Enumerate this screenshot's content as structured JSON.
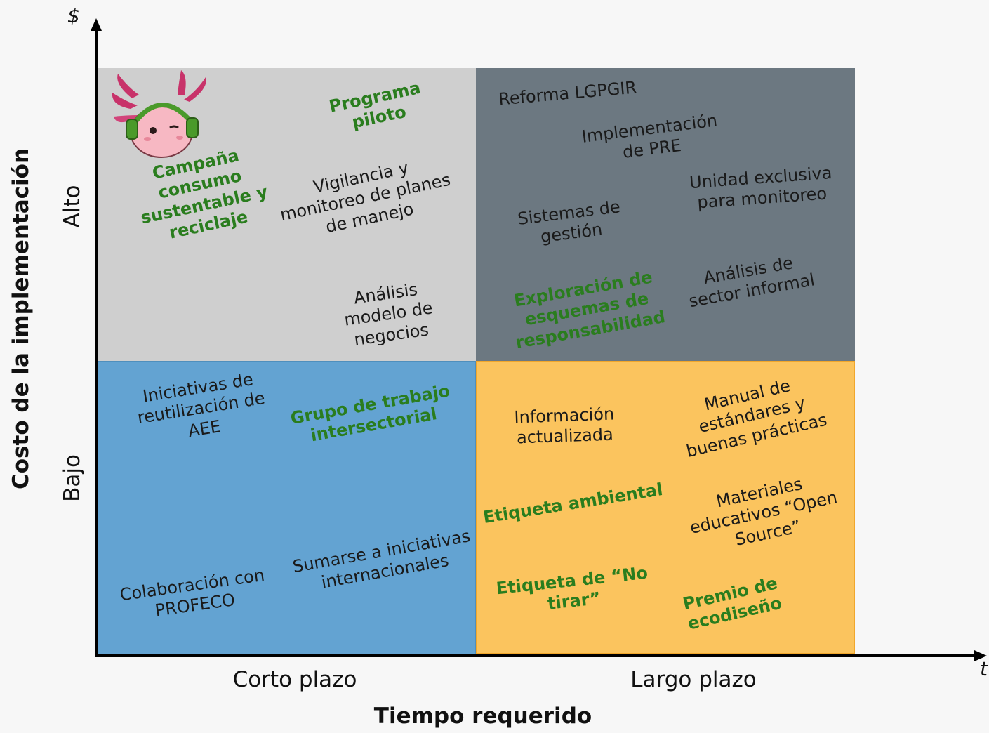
{
  "axes": {
    "y_symbol": "$",
    "x_symbol": "t",
    "y_title": "Costo de la implementación",
    "x_title": "Tiempo requerido",
    "y_ticks": [
      "Alto",
      "Bajo"
    ],
    "x_ticks": [
      "Corto plazo",
      "Largo plazo"
    ]
  },
  "colors": {
    "top_left": "#cfcfcf",
    "top_right": "#6c7881",
    "bottom_left": "#63a3d2",
    "bottom_right": "#fbc45e",
    "highlight_text": "#2a7d1e"
  },
  "quadrants": {
    "top_left": [
      {
        "text": [
          "Campaña",
          "consumo",
          "sustentable y",
          "reciclaje"
        ],
        "highlight": true
      },
      {
        "text": [
          "Programa",
          "piloto"
        ],
        "highlight": true
      },
      {
        "text": [
          "Vigilancia y",
          "monitoreo de planes",
          "de manejo"
        ],
        "highlight": false
      },
      {
        "text": [
          "Análisis",
          "modelo de",
          "negocios"
        ],
        "highlight": false
      }
    ],
    "top_right": [
      {
        "text": [
          "Reforma LGPGIR"
        ],
        "highlight": false
      },
      {
        "text": [
          "Implementación",
          "de PRE"
        ],
        "highlight": false
      },
      {
        "text": [
          "Unidad exclusiva",
          "para monitoreo"
        ],
        "highlight": false
      },
      {
        "text": [
          "Sistemas de",
          "gestión"
        ],
        "highlight": false
      },
      {
        "text": [
          "Análisis de",
          "sector informal"
        ],
        "highlight": false
      },
      {
        "text": [
          "Exploración de",
          "esquemas de",
          "responsabilidad"
        ],
        "highlight": true
      }
    ],
    "bottom_left": [
      {
        "text": [
          "Iniciativas de",
          "reutilización de",
          "AEE"
        ],
        "highlight": false
      },
      {
        "text": [
          "Grupo de trabajo",
          "intersectorial"
        ],
        "highlight": true
      },
      {
        "text": [
          "Colaboración con",
          "PROFECO"
        ],
        "highlight": false
      },
      {
        "text": [
          "Sumarse a iniciativas",
          "internacionales"
        ],
        "highlight": false
      }
    ],
    "bottom_right": [
      {
        "text": [
          "Información",
          "actualizada"
        ],
        "highlight": false
      },
      {
        "text": [
          "Manual de",
          "estándares y",
          "buenas prácticas"
        ],
        "highlight": false
      },
      {
        "text": [
          "Etiqueta ambiental"
        ],
        "highlight": true
      },
      {
        "text": [
          "Materiales",
          "educativos “Open",
          "Source”"
        ],
        "highlight": false
      },
      {
        "text": [
          "Etiqueta de “No",
          "tirar”"
        ],
        "highlight": true
      },
      {
        "text": [
          "Premio de",
          "ecodiseño"
        ],
        "highlight": true
      }
    ]
  }
}
